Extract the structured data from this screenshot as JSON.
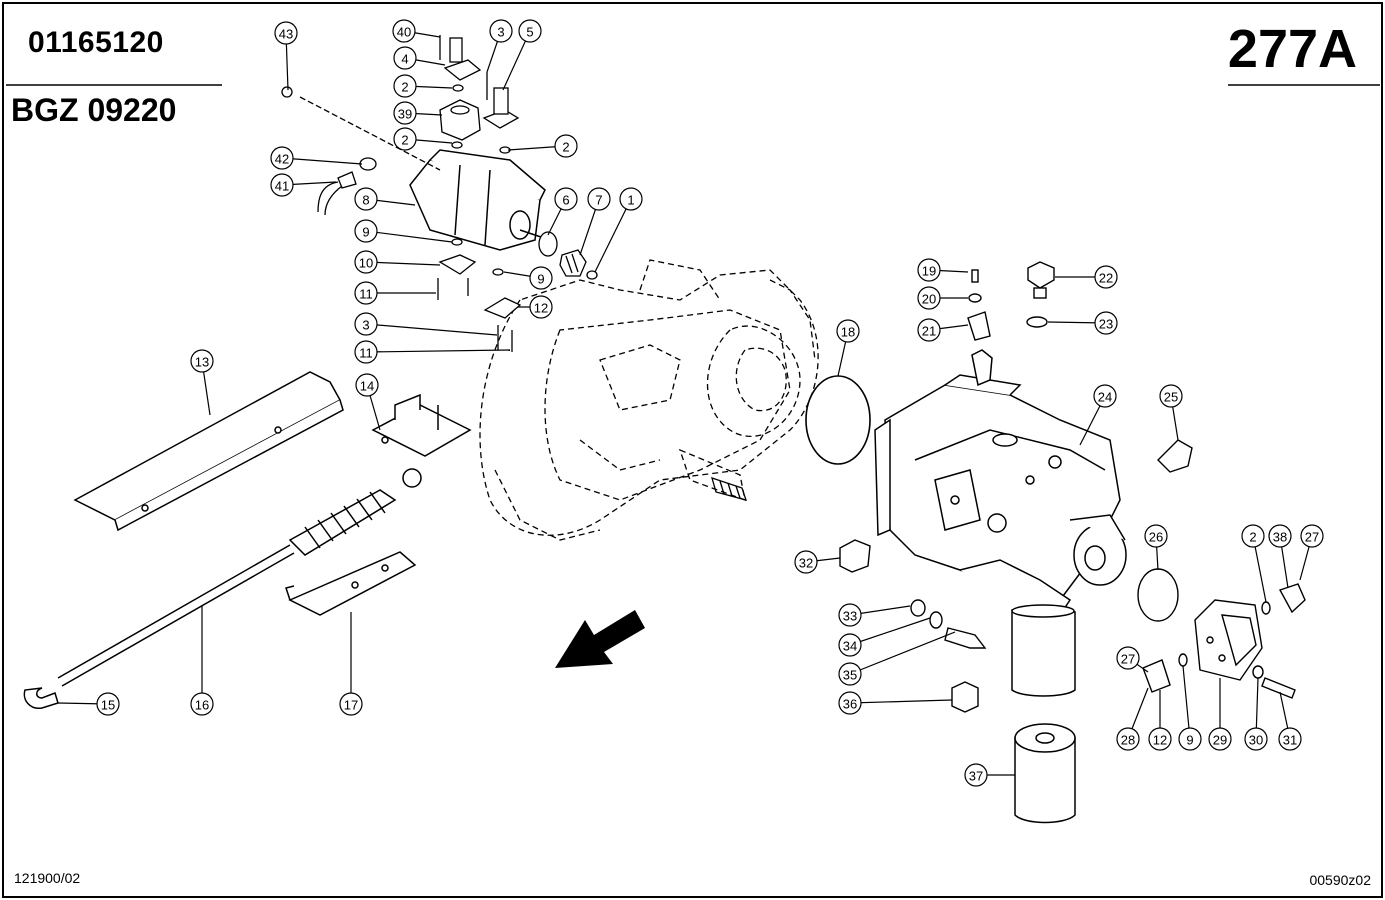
{
  "header": {
    "part_number": "01165120",
    "group_code": "BGZ 09220",
    "sheet": "277A"
  },
  "footer": {
    "date_code": "121900/02",
    "drawing_code": "00590z02"
  },
  "callouts": [
    {
      "id": "c43",
      "label": "43"
    },
    {
      "id": "c40",
      "label": "40"
    },
    {
      "id": "c4",
      "label": "4"
    },
    {
      "id": "c2a",
      "label": "2"
    },
    {
      "id": "c39",
      "label": "39"
    },
    {
      "id": "c2b",
      "label": "2"
    },
    {
      "id": "c3a",
      "label": "3"
    },
    {
      "id": "c5",
      "label": "5"
    },
    {
      "id": "c2c",
      "label": "2"
    },
    {
      "id": "c42",
      "label": "42"
    },
    {
      "id": "c41",
      "label": "41"
    },
    {
      "id": "c8",
      "label": "8"
    },
    {
      "id": "c6",
      "label": "6"
    },
    {
      "id": "c7",
      "label": "7"
    },
    {
      "id": "c1",
      "label": "1"
    },
    {
      "id": "c9a",
      "label": "9"
    },
    {
      "id": "c10",
      "label": "10"
    },
    {
      "id": "c9b",
      "label": "9"
    },
    {
      "id": "c11a",
      "label": "11"
    },
    {
      "id": "c12a",
      "label": "12"
    },
    {
      "id": "c3b",
      "label": "3"
    },
    {
      "id": "c11b",
      "label": "11"
    },
    {
      "id": "c13",
      "label": "13"
    },
    {
      "id": "c14",
      "label": "14"
    },
    {
      "id": "c18",
      "label": "18"
    },
    {
      "id": "c19",
      "label": "19"
    },
    {
      "id": "c20",
      "label": "20"
    },
    {
      "id": "c21",
      "label": "21"
    },
    {
      "id": "c22",
      "label": "22"
    },
    {
      "id": "c23",
      "label": "23"
    },
    {
      "id": "c24",
      "label": "24"
    },
    {
      "id": "c25",
      "label": "25"
    },
    {
      "id": "c26",
      "label": "26"
    },
    {
      "id": "c2d",
      "label": "2"
    },
    {
      "id": "c38",
      "label": "38"
    },
    {
      "id": "c27a",
      "label": "27"
    },
    {
      "id": "c32",
      "label": "32"
    },
    {
      "id": "c33",
      "label": "33"
    },
    {
      "id": "c34",
      "label": "34"
    },
    {
      "id": "c35",
      "label": "35"
    },
    {
      "id": "c36",
      "label": "36"
    },
    {
      "id": "c27b",
      "label": "27"
    },
    {
      "id": "c28",
      "label": "28"
    },
    {
      "id": "c12b",
      "label": "12"
    },
    {
      "id": "c9c",
      "label": "9"
    },
    {
      "id": "c29",
      "label": "29"
    },
    {
      "id": "c30",
      "label": "30"
    },
    {
      "id": "c31",
      "label": "31"
    },
    {
      "id": "c37",
      "label": "37"
    },
    {
      "id": "c15",
      "label": "15"
    },
    {
      "id": "c16",
      "label": "16"
    },
    {
      "id": "c17",
      "label": "17"
    }
  ]
}
